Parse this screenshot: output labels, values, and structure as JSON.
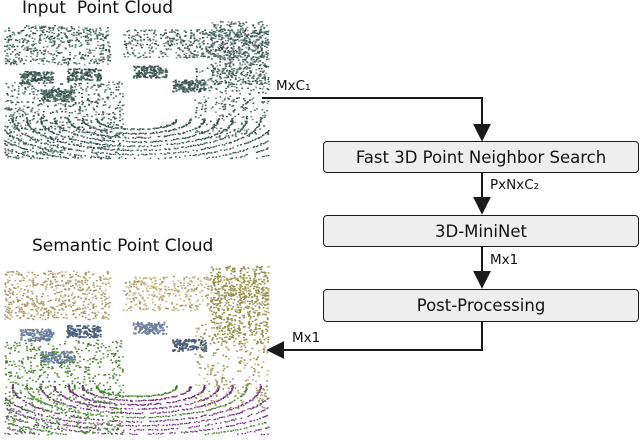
{
  "titles": {
    "input": "Input  Point Cloud",
    "output": "Semantic Point Cloud"
  },
  "pipeline": {
    "steps": [
      "Fast 3D Point Neighbor Search",
      "3D-MiniNet",
      "Post-Processing"
    ],
    "edge_labels": {
      "input_to_search": "MxC₁",
      "search_to_net": "PxNxC₂",
      "net_to_post": "Mx1",
      "post_to_output": "Mx1"
    }
  },
  "colors": {
    "box_fill": "#eeeeee",
    "stroke": "#1a1a1a",
    "input_cloud": [
      "#2e4a44",
      "#3f5f58",
      "#55736b",
      "#7a938c"
    ],
    "semantic_cloud": [
      "#6b2a78",
      "#8e3e9c",
      "#a09060",
      "#c4b27a",
      "#3f7d2c",
      "#5e9c3f",
      "#4a5e7a",
      "#6c7fa0",
      "#8a8f3a"
    ]
  }
}
